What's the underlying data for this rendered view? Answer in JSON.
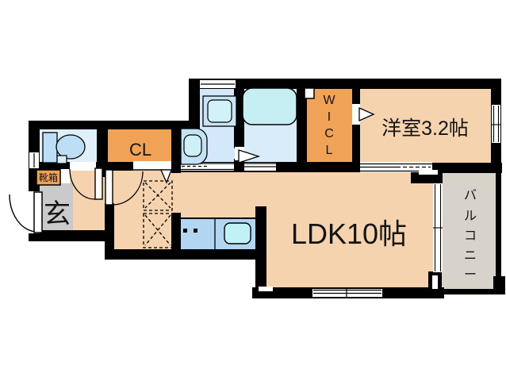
{
  "plan": {
    "labels": {
      "ldk": "LDK10帖",
      "western_room": "洋室3.2帖",
      "closet": "CL",
      "entrance": "玄",
      "shoe_box": "靴箱"
    },
    "wicl_chars": [
      "W",
      "I",
      "C",
      "L"
    ],
    "balcony_chars": [
      "バ",
      "ル",
      "コ",
      "ニ",
      "ー"
    ],
    "colors": {
      "floor_peach": "#F5D3AE",
      "accent_orange": "#F0A356",
      "toilet_blue": "#E0F0FB",
      "laundry_blue": "#D3E8F8",
      "bath_blue": "#D9ECF9",
      "fixture_blue": "#BCDFF5",
      "tub_cyan": "#C5EFF3",
      "counter_blue": "#B2D6F2",
      "sink_cyan": "#C2F1F5",
      "entrance_gray": "#CACACA",
      "balcony_gray": "#D7D2CA",
      "wall_black": "#000000"
    }
  }
}
